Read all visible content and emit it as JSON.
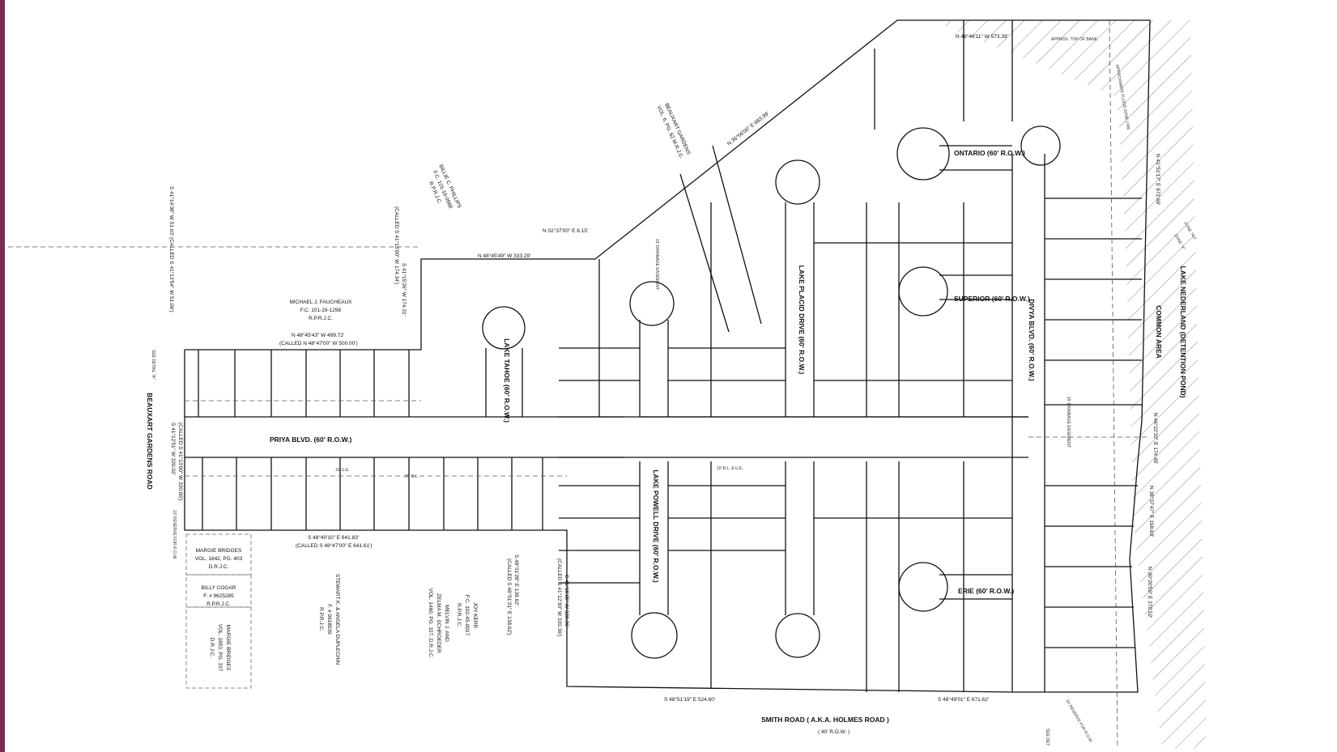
{
  "title_lines": [],
  "roads": {
    "smith": "SMITH ROAD ( A.K.A. HOLMES ROAD )",
    "smith_row": "( 40' R.O.W. )",
    "beauxart": "BEAUXART GARDENS ROAD",
    "priya": "PRIYA BLVD. (60' R.O.W.)",
    "divya": "DIVYA BLVD. (60' R.O.W.)",
    "tahoe": "LAKE TAHOE (60' R.O.W.)",
    "powell": "LAKE POWELL DRIVE (60' R.O.W.)",
    "placid": "LAKE PLACID DRIVE (60' R.O.W.)",
    "ontario": "ONTARIO (60' R.O.W.)",
    "superior": "SUPERIOR (60' R.O.W.)",
    "erie": "ERIE (60' R.O.W.)"
  },
  "areas": {
    "lake": "LAKE NEDERLAND (DETENTION POND)",
    "common": "COMMON AREA",
    "top_bank": "APPROX. TOP OF BANK",
    "zone_ax": "ZONE \"AX\"",
    "zone_x": "ZONE \"X\""
  },
  "owners": [
    {
      "lines": [
        "MICHAEL J. FAUCHEAUX",
        "F.C. 101-29-1298",
        "R.P.R.J.C."
      ]
    },
    {
      "lines": [
        "MARGIE BRIDGES",
        "VOL. 1642, PG. 403",
        "D.R.J.C."
      ]
    },
    {
      "lines": [
        "BILLY COGAR",
        "F. # 9625285",
        "R.P.R.J.C."
      ]
    },
    {
      "lines": [
        "MARGIE BRIDGES",
        "VOL. 1853, PG. 337",
        "D.R.J.C."
      ]
    },
    {
      "lines": [
        "STEWART K. & ANGELA DUPLECHIN",
        "F. # 9618939",
        "R.P.R.J.C."
      ]
    },
    {
      "lines": [
        "MELVIN J. AND",
        "ZELMA M. SCHROEDER",
        "VOL. 1460, PG. 327, D.R.J.C."
      ]
    },
    {
      "lines": [
        "JOY KERR",
        "F.C. 102-45-0017",
        "R.P.R.J.C."
      ]
    },
    {
      "lines": [
        "BEAUXART GARDENS",
        "VOL. 6, PG. 62 M.R.J.C."
      ]
    },
    {
      "lines": [
        "BILLIE C. PHILLIPS",
        "F.C. 101-16-0988",
        "R.P.R.J.C."
      ]
    }
  ],
  "bearings": {
    "n1": "N 48°46'11\" W    573.39'",
    "n2": "N 48°45'49\" W    333.29'",
    "n3": "N 48°45'43\" W    499.72'",
    "n3c": "(CALLED N 48°47'00\" W    500.00')",
    "n4": "N 02°37'00\" E    8.15'",
    "s1": "S 48°40'10\" E    641.83'",
    "s1c": "(CALLED S 48°47'00\" E    641.61')",
    "s2": "S 48°51'19\" E    524.60'",
    "s3": "S 48°49'01\" E    671.62'",
    "diag": "N 36°56'00\" E    683.99'",
    "w1": "S 41°14'38\" W   51.03' (CALLED S 41°13'54\" W   51.06')",
    "w2": "S 41°12'51\" W   320.02'",
    "w2c": "(CALLED S 41°13'00\" W   320.00')",
    "w3": "S 41°15'26\" W   174.31'",
    "w3c": "(CALLED S 41°13'00\" W   174.34')",
    "e1": "N 41°51'17\" E    672.66'",
    "e2": "N 46°22'32\" E    174.45'",
    "e3": "N 38°37'47\" E    198.63'",
    "e4": "N 30°20'59\" E    270.52'",
    "m1": "S 41°15'25\" W    320.36'",
    "m1c": "(CALLED S 41°12'30\" W    320.36')",
    "m2": "S 48°31'28\" E    138.62'",
    "m2c": "(CALLED S 48°51'31\" E    138.62')"
  },
  "notes": {
    "see_detail_a": "SEE DETAIL \"A\"",
    "see_detail_b": "SEE DET",
    "reserve": "10' RESERVE FOR R.O.W.",
    "drainage": "15' DRAINAGE EASEMENT",
    "ue": "10' U.E.",
    "bl": "25' B.L.",
    "bl_ue": "10' B.L. & U.E.",
    "floodzone": "APPROXIMATE FLOOD ZONE LINE"
  },
  "colors": {
    "line": "#111111",
    "hatch": "#8a8a8a",
    "frame": "#7a2d52"
  }
}
